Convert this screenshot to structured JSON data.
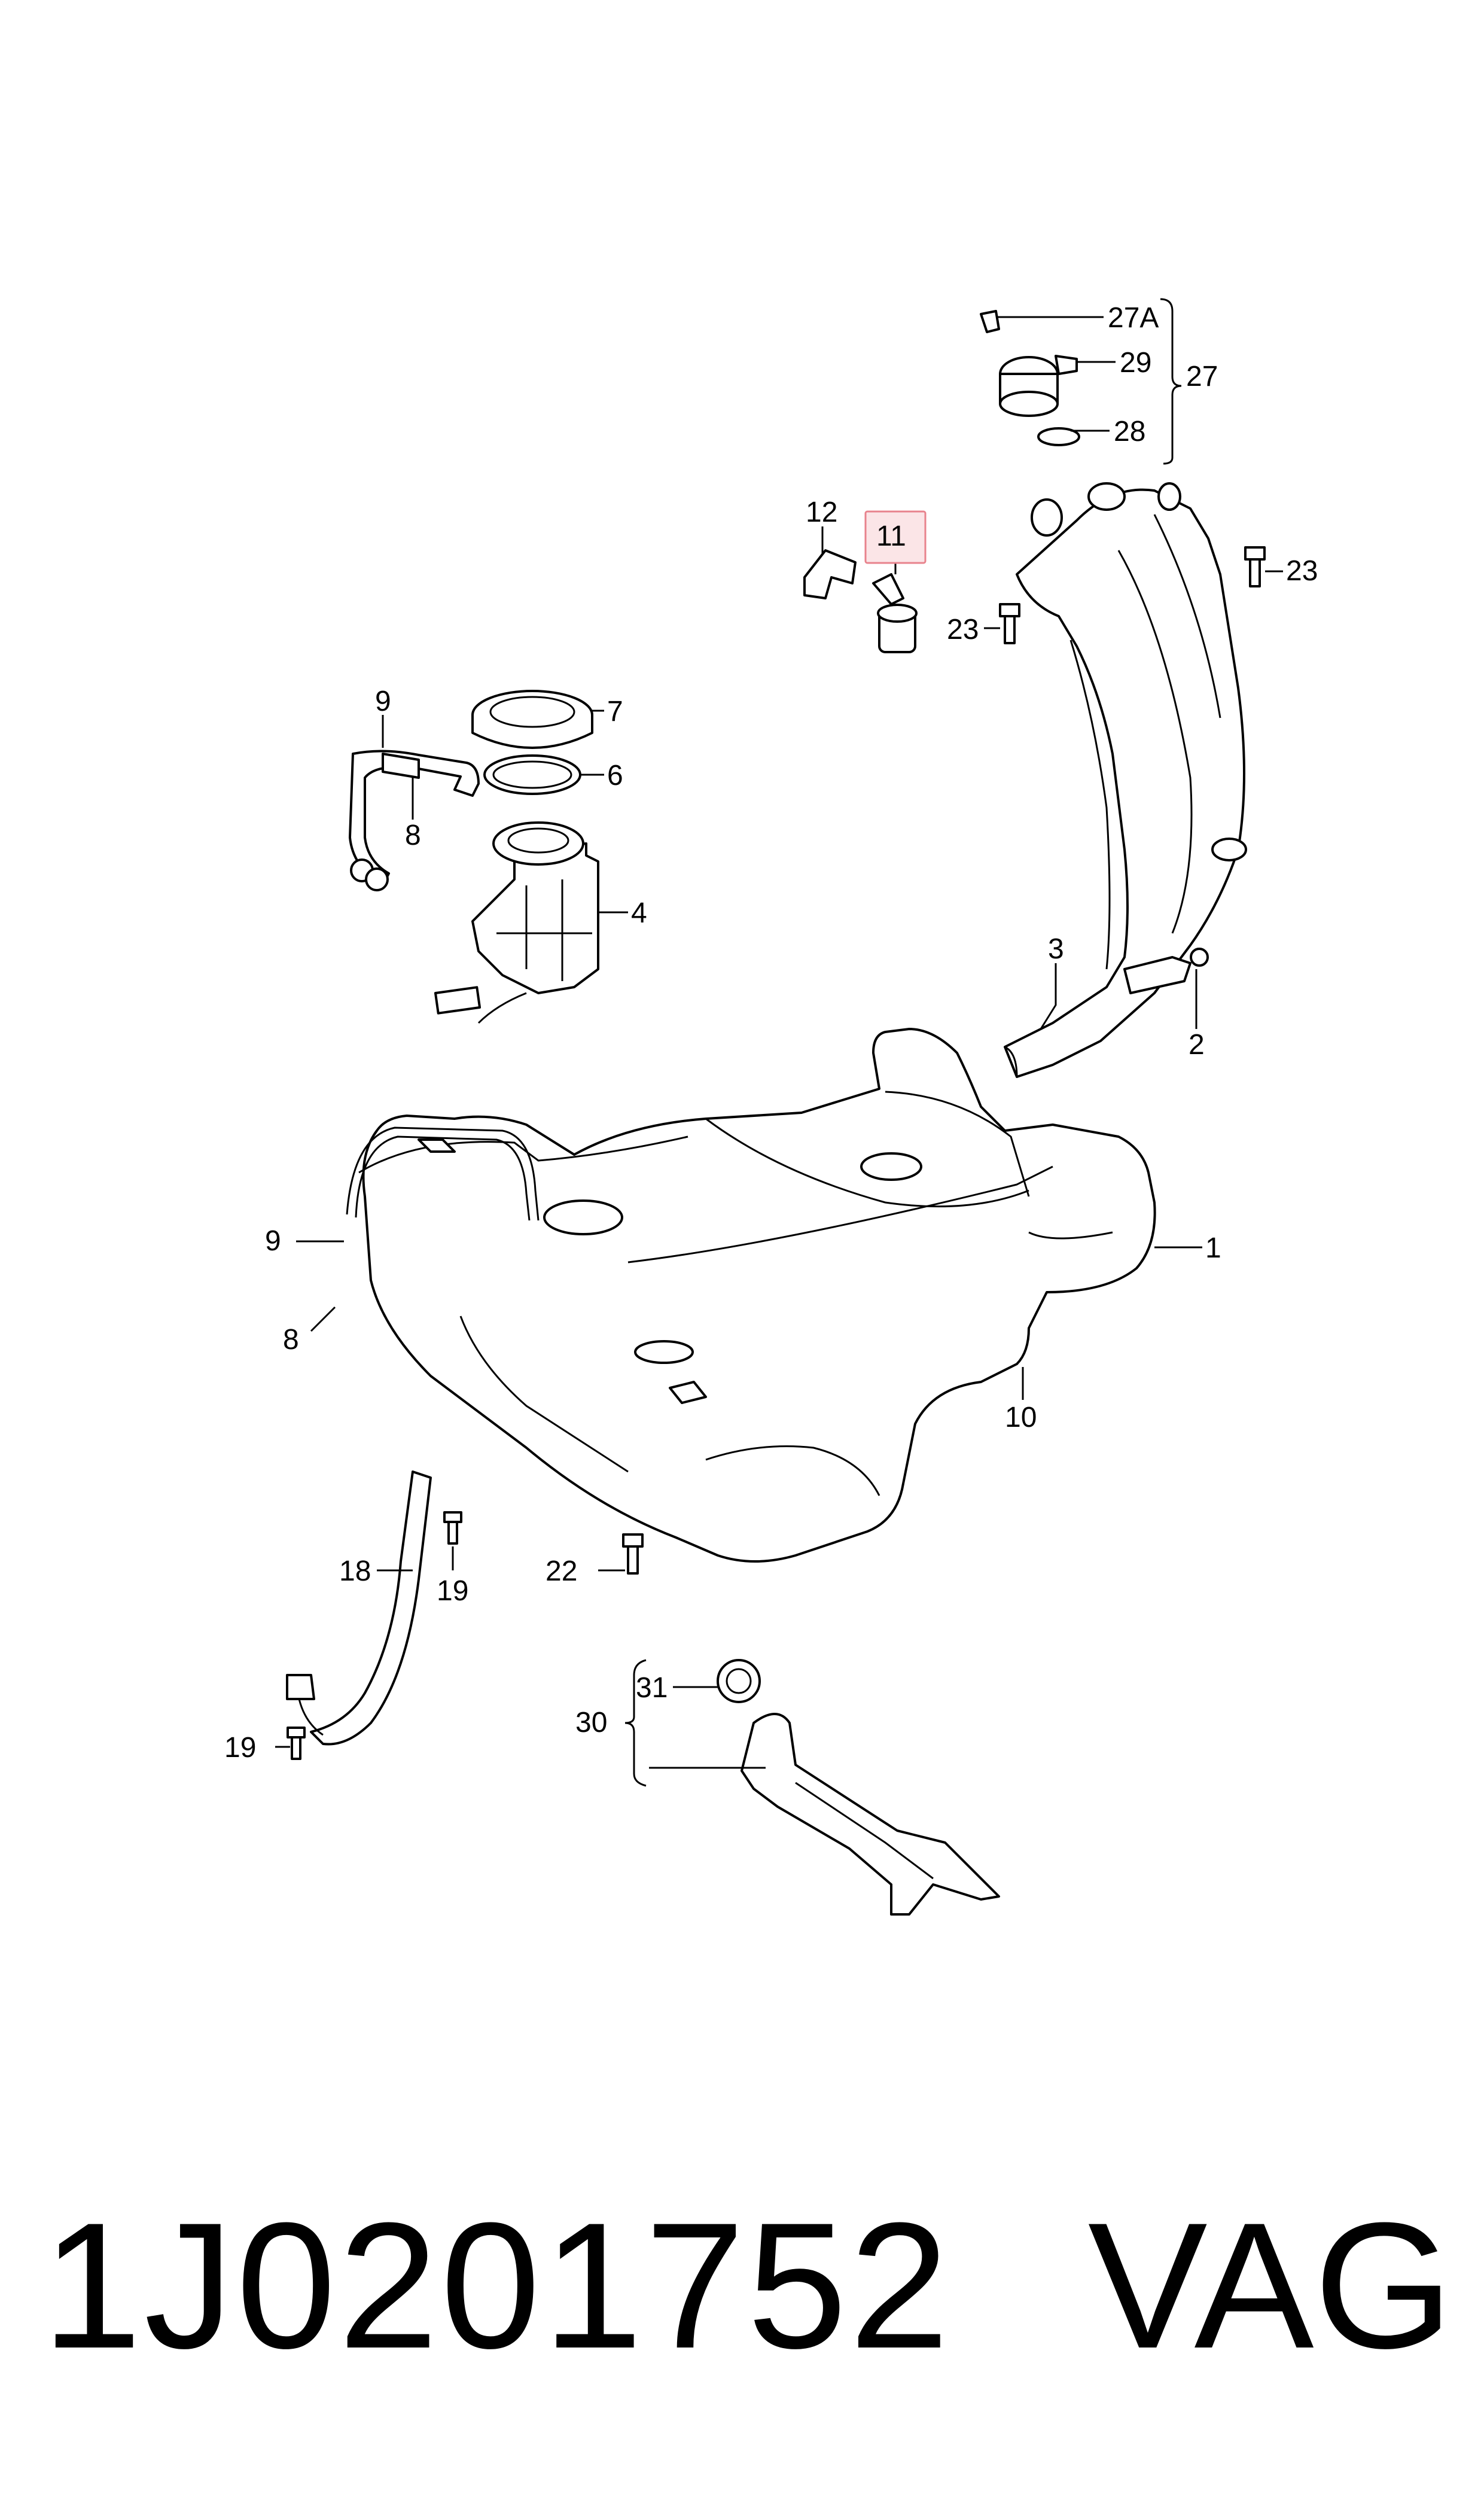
{
  "callouts": {
    "c1": "1",
    "c2": "2",
    "c3": "3",
    "c4": "4",
    "c6": "6",
    "c7": "7",
    "c8a": "8",
    "c8b": "8",
    "c9a": "9",
    "c9b": "9",
    "c10": "10",
    "c11": "11",
    "c12": "12",
    "c18": "18",
    "c19a": "19",
    "c19b": "19",
    "c22": "22",
    "c23a": "23",
    "c23b": "23",
    "c27": "27",
    "c27a": "27A",
    "c28": "28",
    "c29": "29",
    "c30": "30",
    "c31": "31"
  },
  "highlight_color": "#e8838d",
  "highlight_fill": "#fbe5e7",
  "footer": {
    "part_number": "1J0201752",
    "brand": "VAG"
  }
}
